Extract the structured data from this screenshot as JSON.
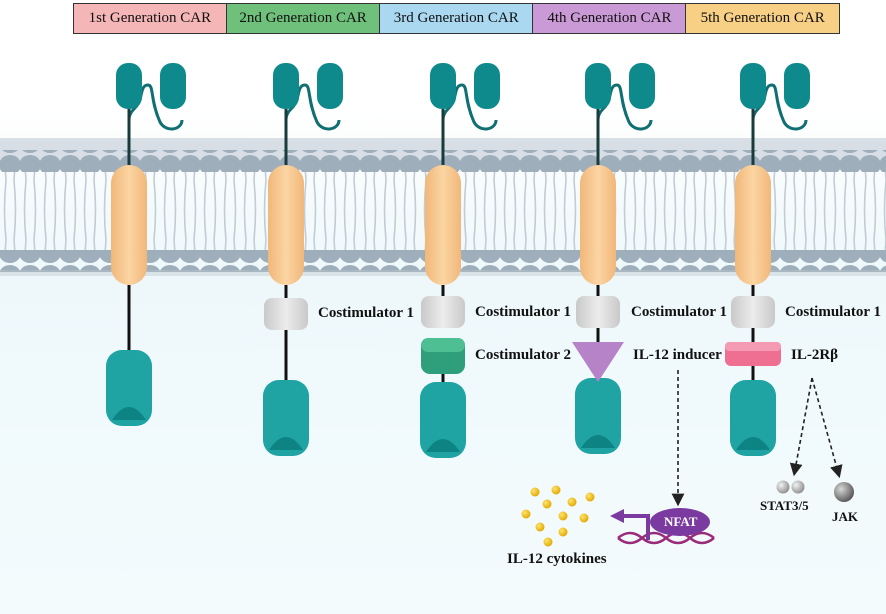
{
  "headers": [
    {
      "label": "1st Generation CAR",
      "color": "#f4b6b6"
    },
    {
      "label": "2nd Generation CAR",
      "color": "#6ec07a"
    },
    {
      "label": "3rd Generation CAR",
      "color": "#a9d8f0"
    },
    {
      "label": "4th Generation CAR",
      "color": "#c99ad6"
    },
    {
      "label": "5th Generation CAR",
      "color": "#f7cf85"
    }
  ],
  "labels": {
    "gen2_costim1": "Costimulator 1",
    "gen3_costim1": "Costimulator 1",
    "gen3_costim2": "Costimulator 2",
    "gen4_costim1": "Costimulator 1",
    "gen4_inducer": "IL-12 inducer",
    "gen5_costim1": "Costimulator 1",
    "gen5_il2rb": "IL-2Rβ",
    "nfat": "NFAT",
    "il12_cytokines": "IL-12 cytokines",
    "stat": "STAT3/5",
    "jak": "JAK"
  },
  "colors": {
    "teal": "#0f8a8c",
    "teal_light": "#2bb0b0",
    "transmembrane": "#f8c98e",
    "costim1": "#d9d9d9",
    "costim2": "#2f9e7a",
    "inducer": "#b682c8",
    "il2rb": "#ef6f92",
    "nfat": "#7b3aa0",
    "dna": "#9a2a7a",
    "cytokine": "#f4c20d",
    "membrane": "#a9b6c2"
  }
}
